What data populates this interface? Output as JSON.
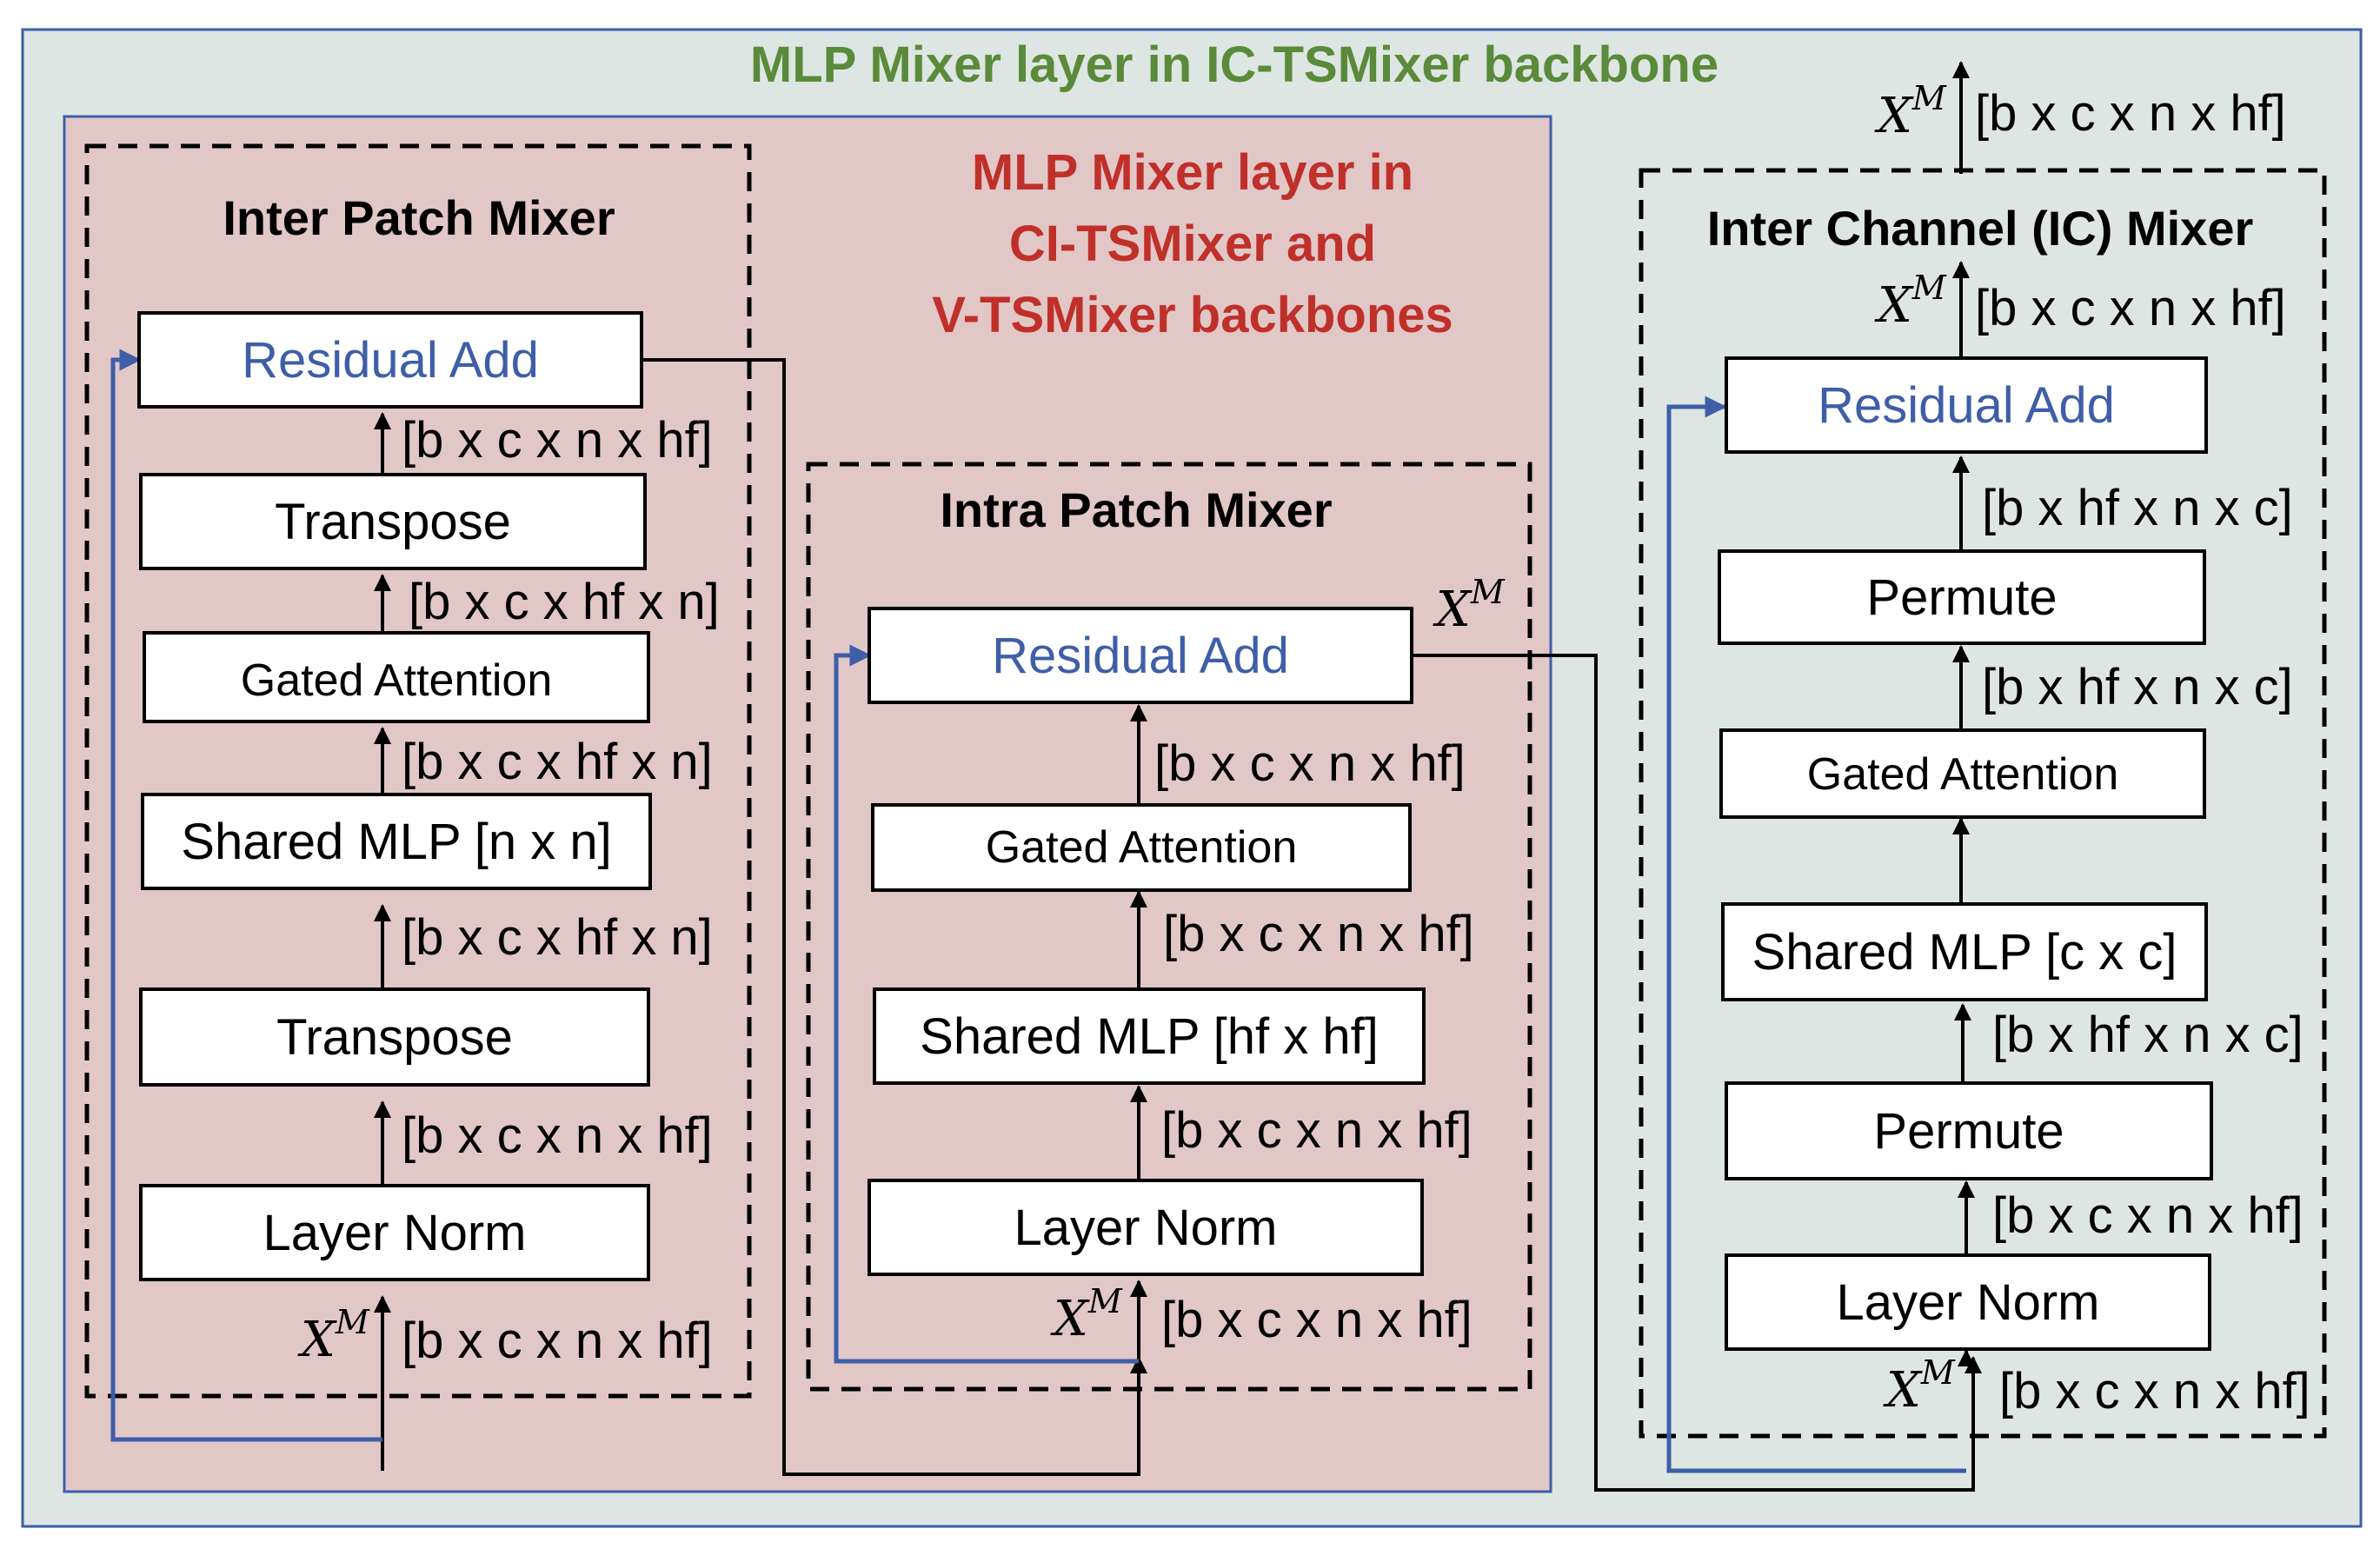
{
  "title": "MLP Mixer layer in IC-TSMixer backbone",
  "inner_title": [
    "MLP Mixer layer in",
    "CI-TSMixer and",
    "V-TSMixer backbones"
  ],
  "colors": {
    "outer_bg": "#dde6e2",
    "inner_bg": "#e2c7c7",
    "outer_title": "#5a8a3a",
    "inner_title": "#c0302a",
    "residual": "#3e5ea8"
  },
  "xm": {
    "base": "X",
    "sup": "M"
  },
  "inter_patch": {
    "header": "Inter Patch Mixer",
    "blocks": [
      "Residual Add",
      "Transpose",
      "Gated Attention",
      "Shared MLP [n x n]",
      "Transpose",
      "Layer Norm"
    ],
    "dims": [
      "[b x c x n x hf]",
      "[b x c x hf x n]",
      "[b x c x hf x n]",
      "[b x c x hf x n]",
      "[b x c x n x hf]",
      "[b x c x n x hf]"
    ]
  },
  "intra_patch": {
    "header": "Intra Patch Mixer",
    "blocks": [
      "Residual Add",
      "Gated Attention",
      "Shared MLP [hf x hf]",
      "Layer Norm"
    ],
    "dims": [
      "[b x c x n x hf]",
      "[b x c x n x hf]",
      "[b x c x n x hf]",
      "[b x c x n x hf]"
    ]
  },
  "inter_channel": {
    "header": "Inter Channel (IC) Mixer",
    "blocks": [
      "Residual Add",
      "Permute",
      "Gated Attention",
      "Shared MLP [c x c]",
      "Permute",
      "Layer Norm"
    ],
    "dims": [
      "[b x c x n x hf]",
      "[b x c x n x hf]",
      "[b x hf x n x c]",
      "[b x hf x n x c]",
      "[b x hf x n x c]",
      "[b x c x n x hf]",
      "[b x c x n x hf]"
    ]
  }
}
